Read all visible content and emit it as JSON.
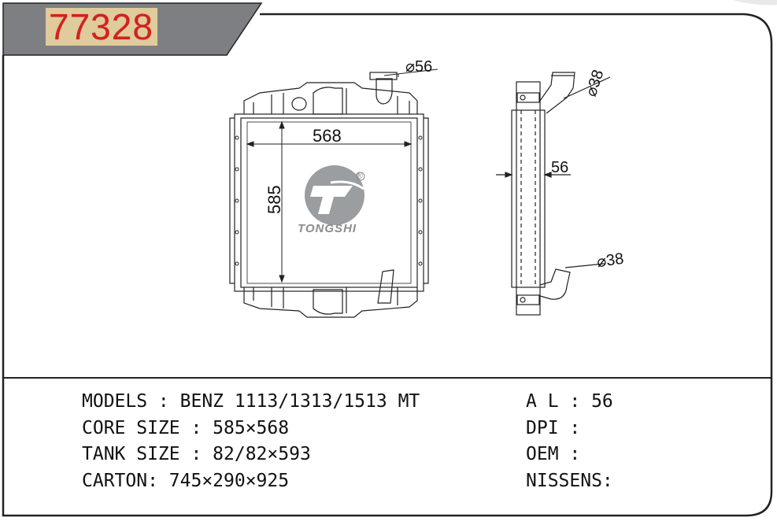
{
  "header": {
    "code": "77328",
    "badge_color": "#d6201c"
  },
  "drawing": {
    "front": {
      "width_label": "568",
      "height_label": "585",
      "inlet_label": "⌀56"
    },
    "side": {
      "upper_pipe_label": "⌀38",
      "core_label": "56",
      "lower_pipe_label": "⌀38"
    },
    "logo": {
      "text": "TONGSHI",
      "mark": "®"
    }
  },
  "specs": {
    "models": "MODELS : BENZ 1113/1313/1513 MT",
    "core_size": "CORE SIZE : 585×568",
    "tank_size": "TANK SIZE : 82/82×593",
    "carton": "CARTON: 745×290×925",
    "al": "A L : 56",
    "dpi": "DPI :",
    "oem": "OEM :",
    "nissens": "NISSENS:"
  }
}
